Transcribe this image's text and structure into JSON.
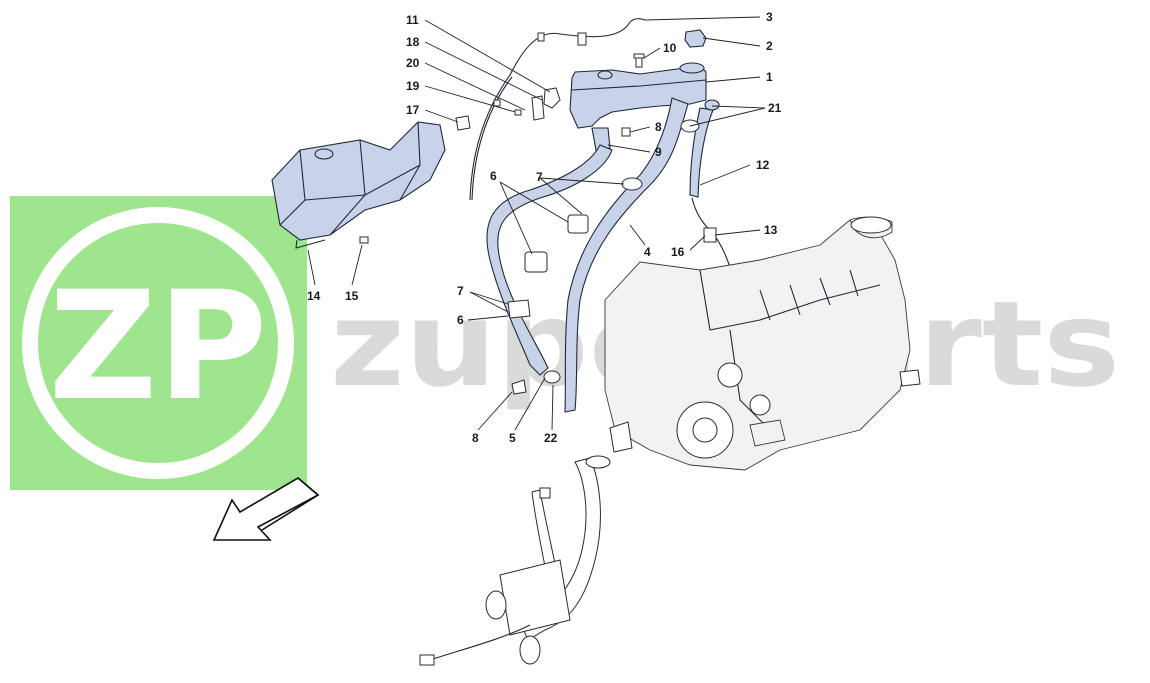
{
  "watermark": {
    "logo_letters": "ZP",
    "brand_text": "zuperparts",
    "logo_color": "#8ee07a"
  },
  "colors": {
    "part_fill": "#c8d3ea",
    "outline": "#1f2937"
  },
  "callouts": [
    {
      "id": "c1",
      "label": "1"
    },
    {
      "id": "c2",
      "label": "2"
    },
    {
      "id": "c3",
      "label": "3"
    },
    {
      "id": "c4",
      "label": "4"
    },
    {
      "id": "c5",
      "label": "5"
    },
    {
      "id": "c6a",
      "label": "6"
    },
    {
      "id": "c6b",
      "label": "6"
    },
    {
      "id": "c7a",
      "label": "7"
    },
    {
      "id": "c7b",
      "label": "7"
    },
    {
      "id": "c8a",
      "label": "8"
    },
    {
      "id": "c8b",
      "label": "8"
    },
    {
      "id": "c9",
      "label": "9"
    },
    {
      "id": "c10",
      "label": "10"
    },
    {
      "id": "c11",
      "label": "11"
    },
    {
      "id": "c12",
      "label": "12"
    },
    {
      "id": "c13",
      "label": "13"
    },
    {
      "id": "c14",
      "label": "14"
    },
    {
      "id": "c15",
      "label": "15"
    },
    {
      "id": "c16",
      "label": "16"
    },
    {
      "id": "c17",
      "label": "17"
    },
    {
      "id": "c18",
      "label": "18"
    },
    {
      "id": "c19",
      "label": "19"
    },
    {
      "id": "c20",
      "label": "20"
    },
    {
      "id": "c21",
      "label": "21"
    },
    {
      "id": "c22",
      "label": "22"
    }
  ],
  "icons": {
    "direction_arrow": "front-direction-arrow-icon"
  }
}
